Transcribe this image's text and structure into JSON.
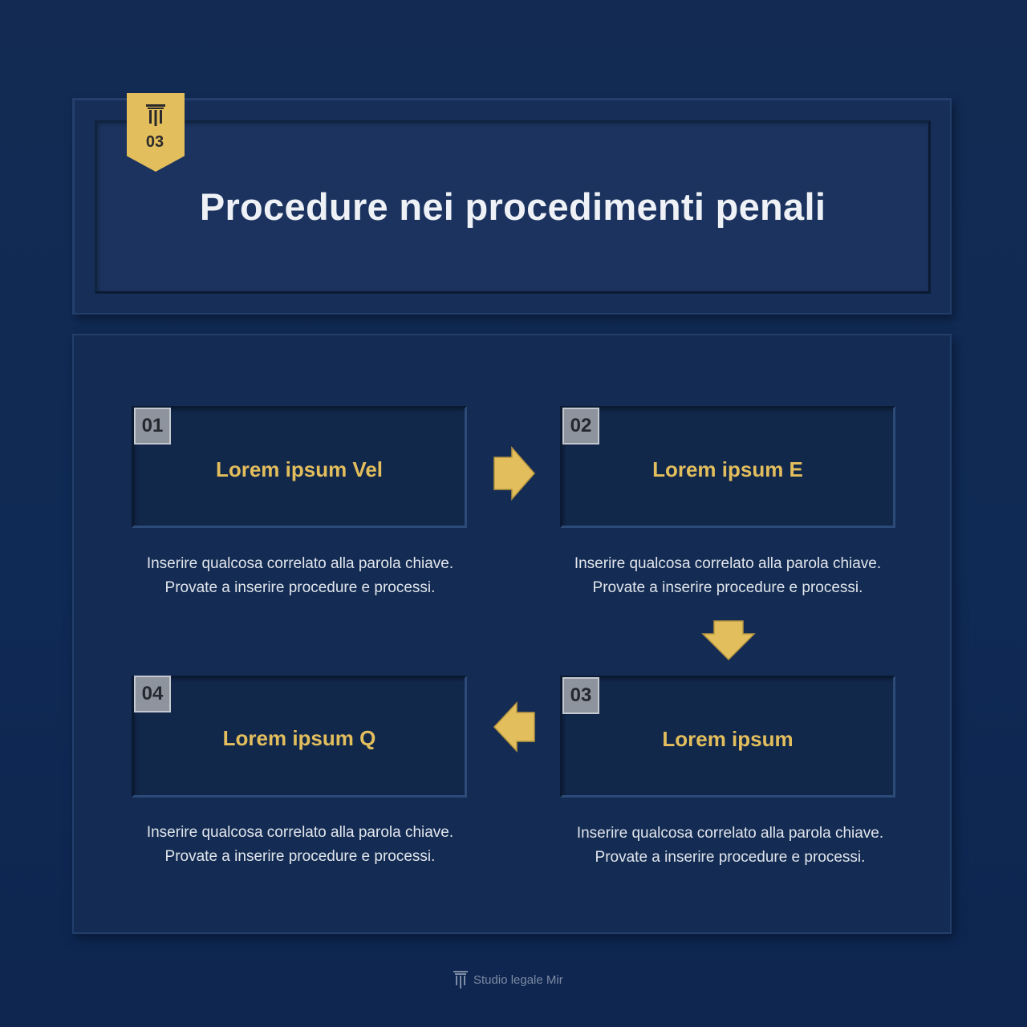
{
  "header": {
    "badge_number": "03",
    "title": "Procedure nei procedimenti penali"
  },
  "steps": [
    {
      "number": "01",
      "title": "Lorem ipsum Vel",
      "desc_line1": "Inserire qualcosa correlato alla parola chiave.",
      "desc_line2": "Provate a inserire procedure e processi."
    },
    {
      "number": "02",
      "title": "Lorem ipsum E",
      "desc_line1": "Inserire qualcosa correlato alla parola chiave.",
      "desc_line2": "Provate a inserire procedure e processi."
    },
    {
      "number": "03",
      "title": "Lorem ipsum",
      "desc_line1": "Inserire qualcosa correlato alla parola chiave.",
      "desc_line2": "Provate a inserire procedure e processi."
    },
    {
      "number": "04",
      "title": "Lorem ipsum Q",
      "desc_line1": "Inserire qualcosa correlato alla parola chiave.",
      "desc_line2": "Provate a inserire procedure e processi."
    }
  ],
  "footer": {
    "brand": "Studio legale Mir",
    "icon": "pillar-icon"
  },
  "colors": {
    "background": "#132b52",
    "accent_gold": "#e3be5c",
    "title_text": "#eef1f6",
    "badge_gray": "#8e949e"
  }
}
